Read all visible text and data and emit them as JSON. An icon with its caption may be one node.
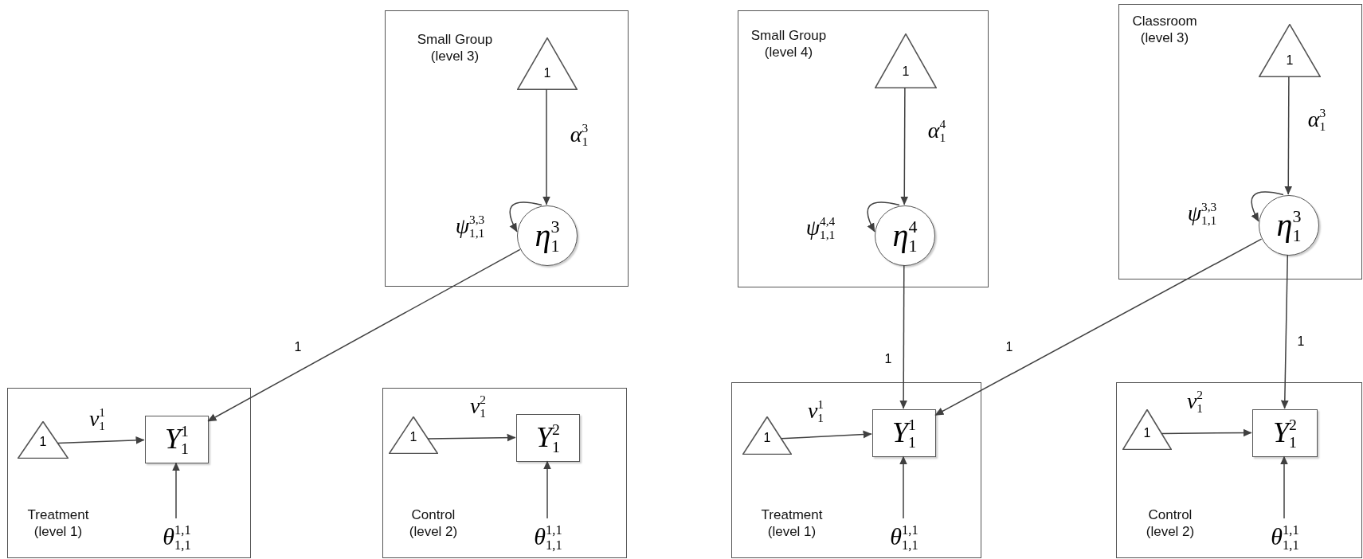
{
  "diagram": {
    "nodes": [
      {
        "text": [
          "Small Group (level 3)"
        ]
      },
      {
        "text": [
          "1"
        ],
        "in": 0
      },
      {
        "text": [
          "*η*$_{1}$$^{3}$"
        ],
        "in": 0
      },
      {
        "text": [
          "Small Group (level 4)"
        ]
      },
      {
        "text": [
          "1"
        ],
        "in": 3
      },
      {
        "text": [
          "*η*$_{1}$$^{4}$"
        ],
        "in": 3
      },
      {
        "text": [
          "Classroom (level 3)"
        ]
      },
      {
        "text": [
          "1"
        ],
        "in": 6
      },
      {
        "text": [
          "*η*$_{1}$$^{3}$"
        ],
        "in": 6
      },
      {
        "text": [
          "Treatment (level 1)"
        ]
      },
      {
        "text": [
          "1"
        ],
        "in": 9
      },
      {
        "text": [
          "*Y*$_{1}$$^{1}$"
        ],
        "in": 9
      },
      {
        "text": [
          "*θ*$_{1,1}$$^{1,1}$"
        ],
        "in": 9
      },
      {
        "text": [
          "Control (level 2)"
        ]
      },
      {
        "text": [
          "1"
        ],
        "in": 13
      },
      {
        "text": [
          "*Y*$_{1}$$^{2}$"
        ],
        "in": 13
      },
      {
        "text": [
          "*θ*$_{1,1}$$^{1,1}$"
        ],
        "in": 13
      },
      {
        "text": [
          "Treatment (level 1)"
        ]
      },
      {
        "text": [
          "1"
        ],
        "in": 17
      },
      {
        "text": [
          "*Y*$_{1}$$^{1}$"
        ],
        "in": 17
      },
      {
        "text": [
          "*θ*$_{1,1}$$^{1,1}$"
        ],
        "in": 17
      },
      {
        "text": [
          "Control (level 2)"
        ]
      },
      {
        "text": [
          "1"
        ],
        "in": 21
      },
      {
        "text": [
          "*Y*$_{1}$$^{2}$"
        ],
        "in": 21
      },
      {
        "text": [
          "*θ*$_{1,1}$$^{1,1}$"
        ],
        "in": 21
      }
    ],
    "edges": [
      {
        "from": 1,
        "to": 2,
        "arrow": "to",
        "label": "*α*$_{1}$$^{3}$"
      },
      {
        "from": 2,
        "to": 2,
        "arrow": "to",
        "label": "*ψ*$_{1,1}$$^{3,3}$"
      },
      {
        "from": 4,
        "to": 5,
        "arrow": "to",
        "label": "*α*$_{1}$$^{4}$"
      },
      {
        "from": 5,
        "to": 5,
        "arrow": "to",
        "label": "*ψ*$_{1,1}$$^{4,4}$"
      },
      {
        "from": 7,
        "to": 8,
        "arrow": "to",
        "label": "*α*$_{1}$$^{3}$"
      },
      {
        "from": 8,
        "to": 8,
        "arrow": "to",
        "label": "*ψ*$_{1,1}$$^{3,3}$"
      },
      {
        "from": 2,
        "to": 11,
        "arrow": "to",
        "label": "1"
      },
      {
        "from": 5,
        "to": 19,
        "arrow": "to",
        "label": "1"
      },
      {
        "from": 8,
        "to": 19,
        "arrow": "to",
        "label": "1"
      },
      {
        "from": 8,
        "to": 23,
        "arrow": "to",
        "label": "1"
      },
      {
        "from": 10,
        "to": 11,
        "arrow": "to",
        "label": "*ν*$_{1}$$^{1}$"
      },
      {
        "from": 12,
        "to": 11,
        "arrow": "to"
      },
      {
        "from": 14,
        "to": 15,
        "arrow": "to",
        "label": "*ν*$_{1}$$^{2}$"
      },
      {
        "from": 16,
        "to": 15,
        "arrow": "to"
      },
      {
        "from": 18,
        "to": 19,
        "arrow": "to",
        "label": "*ν*$_{1}$$^{1}$"
      },
      {
        "from": 20,
        "to": 19,
        "arrow": "to"
      },
      {
        "from": 22,
        "to": 23,
        "arrow": "to",
        "label": "*ν*$_{1}$$^{2}$"
      },
      {
        "from": 24,
        "to": 23,
        "arrow": "to"
      }
    ]
  }
}
